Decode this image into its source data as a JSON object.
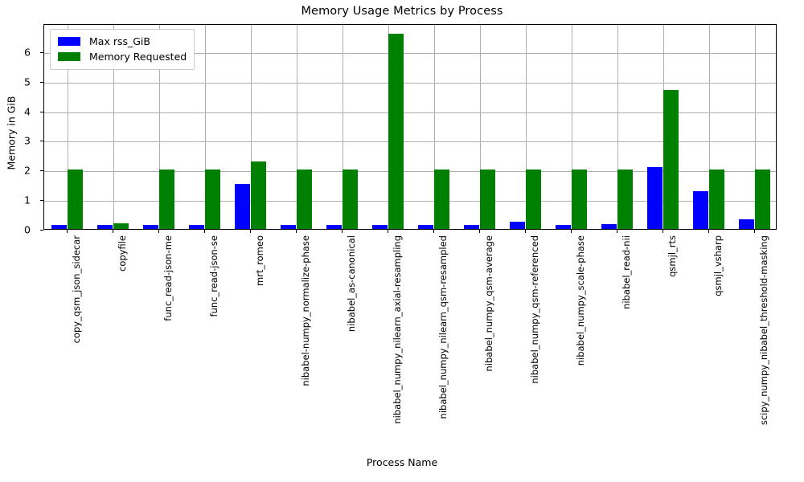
{
  "chart_data": {
    "type": "bar",
    "title": "Memory Usage Metrics by Process",
    "xlabel": "Process Name",
    "ylabel": "Memory in GiB",
    "ylim": [
      0,
      6.95
    ],
    "yticks": [
      0,
      1,
      2,
      3,
      4,
      5,
      6
    ],
    "grid": true,
    "legend_position": "upper left",
    "categories": [
      "copy_qsm_json_sidecar",
      "copyfile",
      "func_read-json-me",
      "func_read-json-se",
      "mrt_romeo",
      "nibabel-numpy_normalize-phase",
      "nibabel_as-canonical",
      "nibabel_numpy_nilearn_axial-resampling",
      "nibabel_numpy_nilearn_qsm-resampled",
      "nibabel_numpy_qsm-average",
      "nibabel_numpy_qsm-referenced",
      "nibabel_numpy_scale-phase",
      "nibabel_read-nii",
      "qsmjl_rts",
      "qsmjl_vsharp",
      "scipy_numpy_nibabel_threshold-masking"
    ],
    "series": [
      {
        "name": "Max rss_GiB",
        "color": "#0000ff",
        "values": [
          0.13,
          0.13,
          0.13,
          0.13,
          1.53,
          0.13,
          0.13,
          0.13,
          0.13,
          0.13,
          0.25,
          0.13,
          0.16,
          2.08,
          1.27,
          0.33
        ]
      },
      {
        "name": "Memory Requested",
        "color": "#008000",
        "values": [
          2.0,
          0.2,
          2.0,
          2.0,
          2.28,
          2.0,
          2.0,
          6.6,
          2.0,
          2.0,
          2.0,
          2.0,
          2.0,
          4.7,
          2.0,
          2.0
        ]
      }
    ]
  },
  "legend": {
    "items": [
      {
        "label": "Max rss_GiB",
        "color": "#0000ff"
      },
      {
        "label": "Memory Requested",
        "color": "#008000"
      }
    ]
  },
  "colors": {
    "rss": "#0000ff",
    "requested": "#008000",
    "grid": "#b0b0b0",
    "axis": "#000000",
    "background": "#ffffff"
  }
}
